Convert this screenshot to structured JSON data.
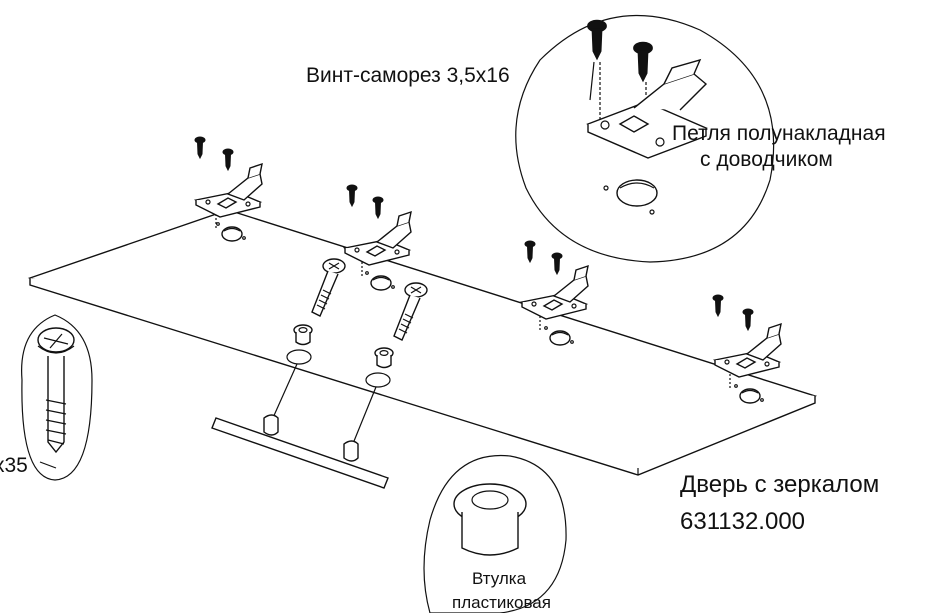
{
  "labels": {
    "screw_callout": "Винт-саморез 3,5х16",
    "hinge_line1": "Петля полунакладная",
    "hinge_line2": "с доводчиком",
    "door_line1": "Дверь с зеркалом",
    "door_code": "631132.000",
    "bushing_line1": "Втулка",
    "bushing_line2": "пластиковая",
    "bolt_partial": "х35"
  },
  "icons": {
    "hinge": "cabinet-hinge-icon",
    "screw": "wood-screw-icon",
    "bolt": "handle-bolt-icon",
    "bushing": "plastic-bushing-icon",
    "handle": "door-handle-icon"
  }
}
